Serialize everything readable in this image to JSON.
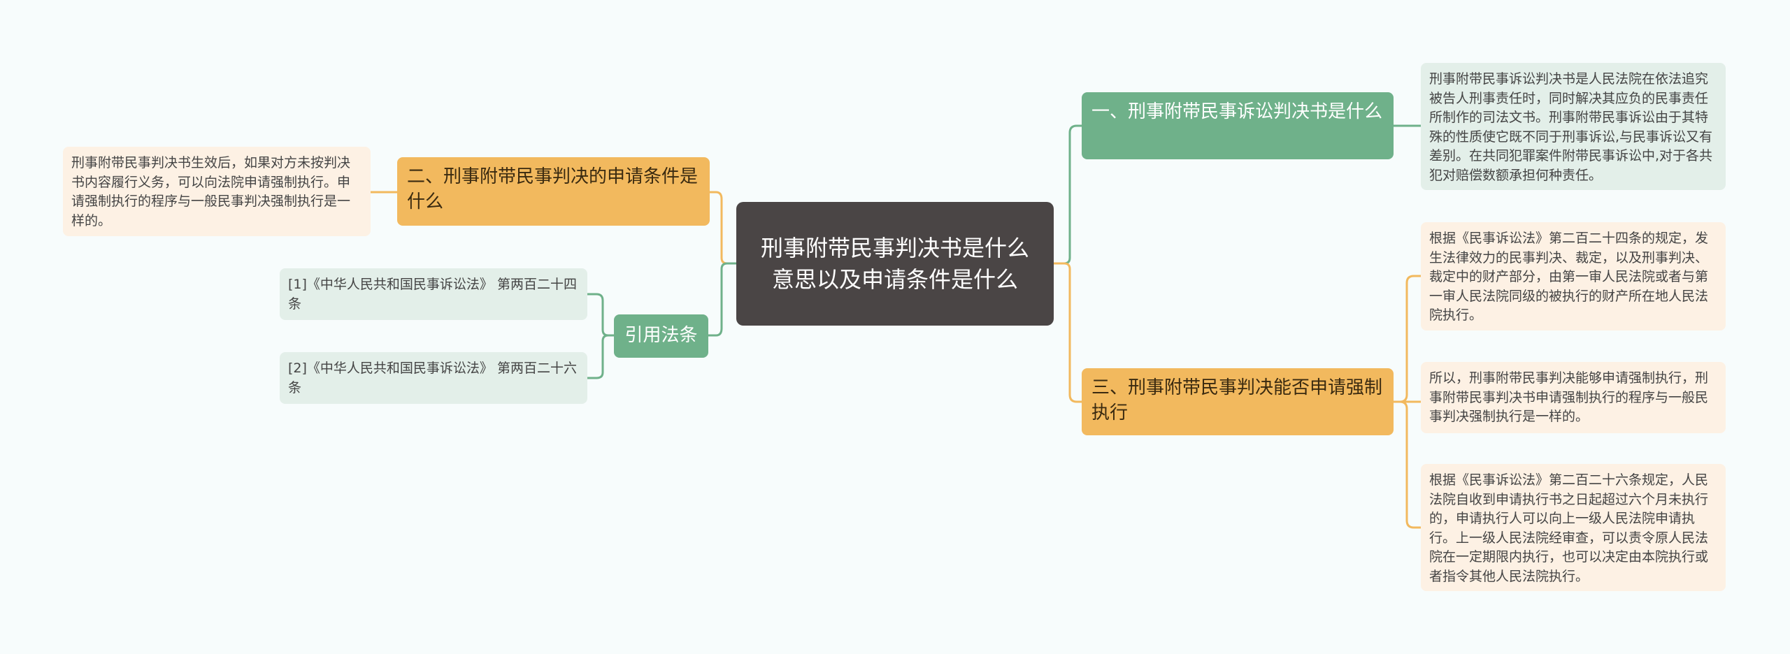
{
  "root": {
    "label": "刑事附带民事判决书是什么意思以及申请条件是什么"
  },
  "branches": {
    "b1": {
      "label": "一、刑事附带民事诉讼判决书是什么"
    },
    "b2": {
      "label": "二、刑事附带民事判决的申请条件是什么"
    },
    "b3": {
      "label": "三、刑事附带民事判决能否申请强制执行"
    },
    "refs": {
      "label": "引用法条"
    }
  },
  "leaves": {
    "b1_text": "刑事附带民事诉讼判决书是人民法院在依法追究被告人刑事责任时，同时解决其应负的民事责任所制作的司法文书。刑事附带民事诉讼由于其特殊的性质使它既不同于刑事诉讼,与民事诉讼又有差别。在共同犯罪案件附带民事诉讼中,对于各共犯对赔偿数额承担何种责任。",
    "b2_text": "刑事附带民事判决书生效后，如果对方未按判决书内容履行义务，可以向法院申请强制执行。申请强制执行的程序与一般民事判决强制执行是一样的。",
    "b3_text1": "根据《民事诉讼法》第二百二十四条的规定，发生法律效力的民事判决、裁定，以及刑事判决、裁定中的财产部分，由第一审人民法院或者与第一审人民法院同级的被执行的财产所在地人民法院执行。",
    "b3_text2": "所以，刑事附带民事判决能够申请强制执行，刑事附带民事判决书申请强制执行的程序与一般民事判决强制执行是一样的。",
    "b3_text3": "根据《民事诉讼法》第二百二十六条规定，人民法院自收到申请执行书之日起超过六个月未执行的，申请执行人可以向上一级人民法院申请执行。上一级人民法院经审查，可以责令原人民法院在一定期限内执行，也可以决定由本院执行或者指令其他人民法院执行。",
    "ref1": "[1]《中华人民共和国民事诉讼法》 第两百二十四条",
    "ref2": "[2]《中华人民共和国民事诉讼法》 第两百二十六条"
  },
  "colors": {
    "root": "#4a4545",
    "green": "#6fb18a",
    "orange": "#f2b95e",
    "leaf_green": "#e3efe9",
    "leaf_orange": "#fdf1e4",
    "background": "#f7fcfc"
  }
}
